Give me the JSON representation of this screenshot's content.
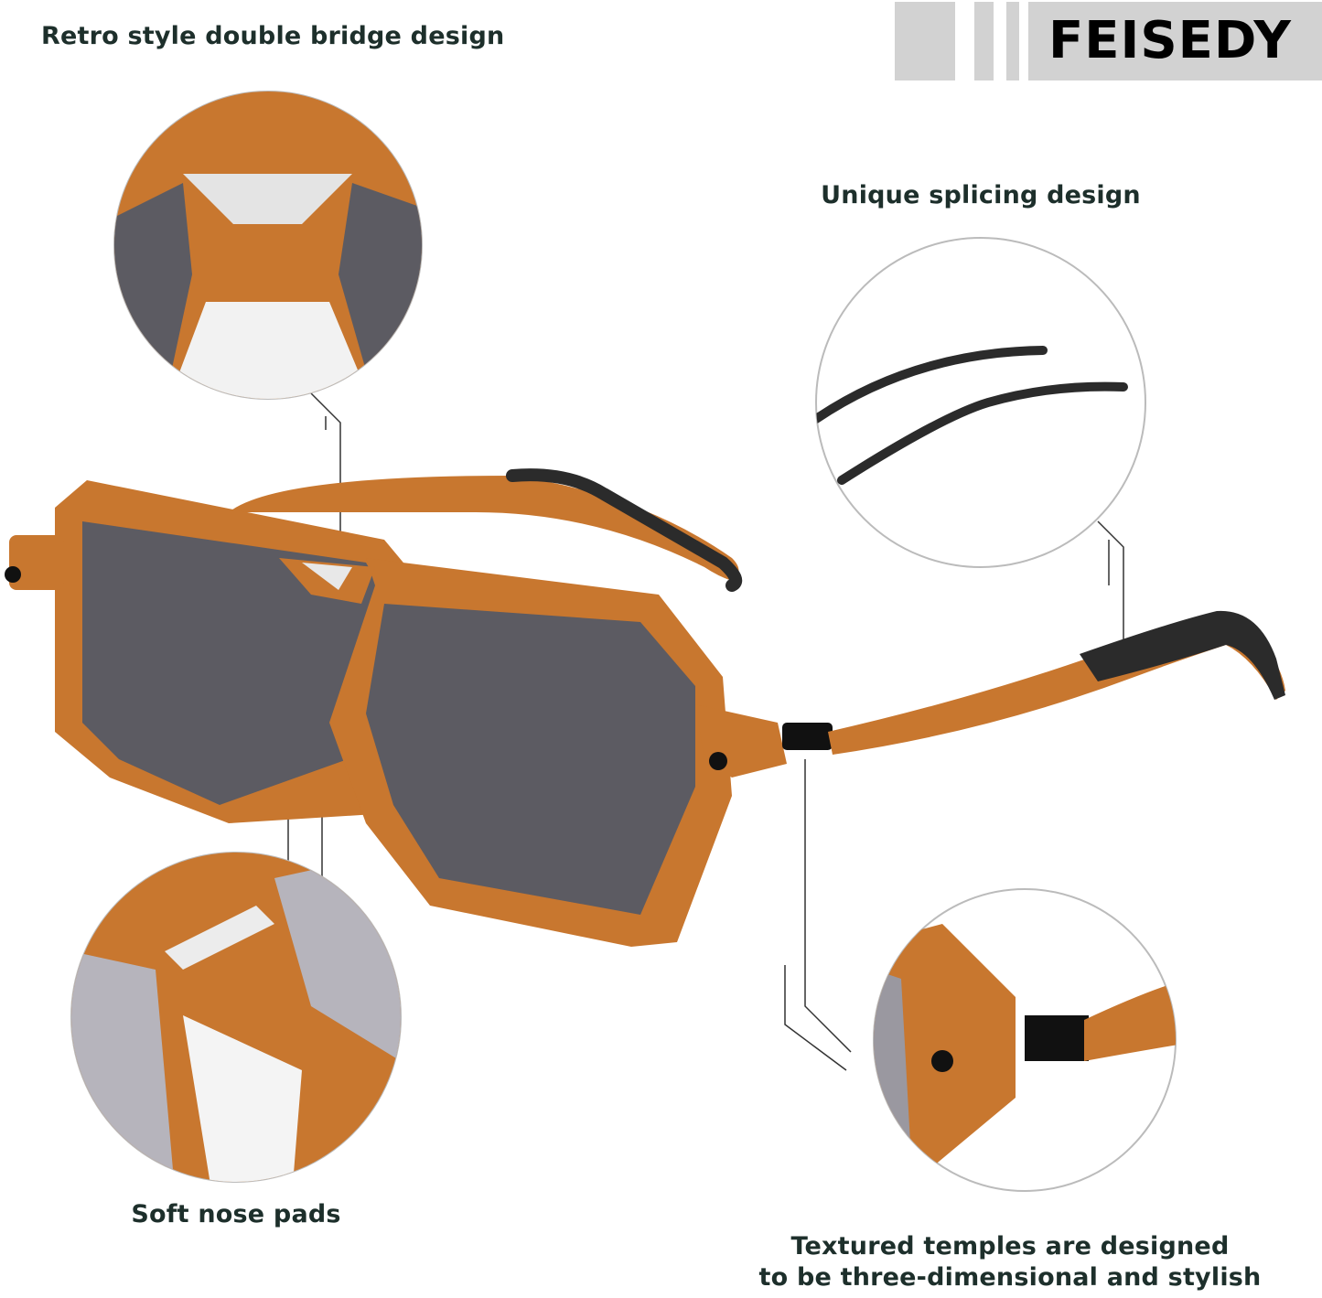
{
  "brand": {
    "logo_text": "FEISEDY"
  },
  "features": {
    "double_bridge": "Retro style double bridge design",
    "splicing": "Unique splicing design",
    "nose_pads": "Soft nose pads",
    "temples_line1": "Textured temples are designed",
    "temples_line2": "to be three-dimensional and stylish"
  },
  "colors": {
    "frame": "#c8772f",
    "lens": "#5c5b62",
    "temple_tip": "#2b2b2b",
    "text": "#1d2f2b",
    "logo_bg": "#d2d2d2"
  }
}
